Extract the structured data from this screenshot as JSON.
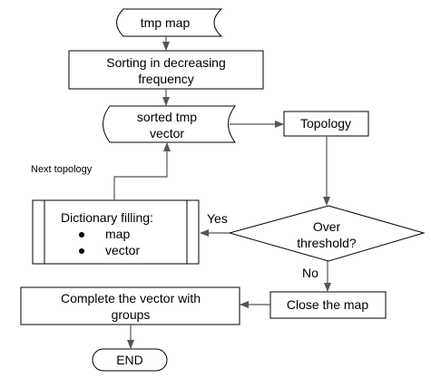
{
  "nodes": {
    "tmp_map": "tmp map",
    "sorting_line1": "Sorting in decreasing",
    "sorting_line2": "frequency",
    "sorted_line1": "sorted tmp",
    "sorted_line2": "vector",
    "topology": "Topology",
    "decision_line1": "Over",
    "decision_line2": "threshold?",
    "dictionary_title": "Dictionary filling:",
    "dictionary_items": [
      "map",
      "vector"
    ],
    "close_map": "Close the map",
    "complete_line1": "Complete the vector with",
    "complete_line2": "groups",
    "end": "END"
  },
  "edges": {
    "next_topology": "Next topology",
    "yes": "Yes",
    "no": "No"
  }
}
